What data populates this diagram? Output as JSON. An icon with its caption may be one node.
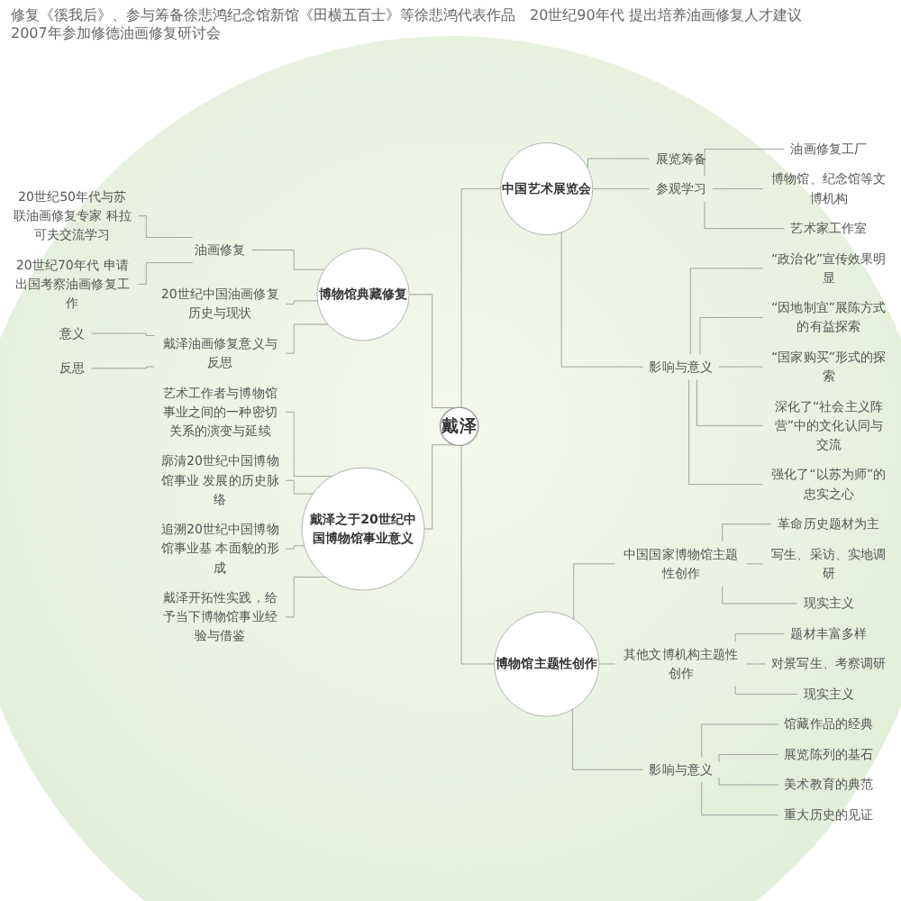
{
  "diagram": {
    "nodes": [
      {
        "text": [
          "戴泽"
        ]
      },
      {
        "text": [
          "博物馆典藏修复"
        ]
      },
      {
        "text": [
          "油画修复"
        ]
      },
      {
        "text": [
          "20世纪50年代与苏联油画修复专家 科拉可夫交流学习"
        ]
      },
      {
        "text": [
          "20世纪70年代 申请出国考察油画修复工作"
        ]
      },
      {
        "text": [
          "20世纪中国油画修复历史与现状"
        ]
      },
      {
        "text": [
          "戴泽油画修复意义与反思"
        ]
      },
      {
        "text": [
          "意义"
        ]
      },
      {
        "text": [
          "反思"
        ]
      },
      {
        "text": [
          "中国艺术展览会"
        ]
      },
      {
        "text": [
          "展览筹备"
        ]
      },
      {
        "text": [
          "参观学习"
        ]
      },
      {
        "text": [
          "油画修复工厂"
        ]
      },
      {
        "text": [
          "博物馆、纪念馆等文博机构"
        ]
      },
      {
        "text": [
          "艺术家工作室"
        ]
      },
      {
        "text": [
          "影响与意义"
        ]
      },
      {
        "text": [
          "“政治化”宣传效果明显"
        ]
      },
      {
        "text": [
          "“因地制宜”展陈方式的有益探索"
        ]
      },
      {
        "text": [
          "“国家购买”形式的探索"
        ]
      },
      {
        "text": [
          "深化了“社会主义阵营”中的文化认同与交流"
        ]
      },
      {
        "text": [
          "强化了“以苏为师”的忠实之心"
        ]
      },
      {
        "text": [
          "戴泽之于20世纪中国博物馆事业意义"
        ]
      },
      {
        "text": [
          "艺术工作者与博物馆事业之间的一种密切关系的演变与延续"
        ]
      },
      {
        "text": [
          "廓清20世纪中国博物馆事业 发展的历史脉络"
        ]
      },
      {
        "text": [
          "追溯20世纪中国博物馆事业基 本面貌的形成"
        ]
      },
      {
        "text": [
          "戴泽开拓性实践，给予当下博物馆事业经验与借鉴"
        ]
      },
      {
        "text": [
          "博物馆主题性创作"
        ]
      },
      {
        "text": [
          "中国国家博物馆主题性创作"
        ]
      },
      {
        "text": [
          "革命历史题材为主"
        ]
      },
      {
        "text": [
          "写生、采访、实地调研"
        ]
      },
      {
        "text": [
          "现实主义"
        ]
      },
      {
        "text": [
          "其他文博机构主题性创作"
        ]
      },
      {
        "text": [
          "题材丰富多样"
        ]
      },
      {
        "text": [
          "对景写生、考察调研"
        ]
      },
      {
        "text": [
          "现实主义"
        ]
      },
      {
        "text": [
          "影响与意义"
        ]
      },
      {
        "text": [
          "馆藏作品的经典"
        ]
      },
      {
        "text": [
          "展览陈列的基石"
        ]
      },
      {
        "text": [
          "美术教育的典范"
        ]
      },
      {
        "text": [
          "重大历史的见证"
        ]
      }
    ],
    "edges": [
      {
        "from": 1,
        "to": 0,
        "arrow": "none"
      },
      {
        "from": 2,
        "to": 1,
        "arrow": "none"
      },
      {
        "from": 5,
        "to": 1,
        "arrow": "none"
      },
      {
        "from": 6,
        "to": 1,
        "arrow": "none"
      },
      {
        "from": 3,
        "to": 2,
        "arrow": "none"
      },
      {
        "from": 4,
        "to": 2,
        "arrow": "none"
      },
      {
        "from": 7,
        "to": 6,
        "arrow": "none"
      },
      {
        "from": 8,
        "to": 6,
        "arrow": "none"
      },
      {
        "from": 0,
        "to": 9,
        "arrow": "none"
      },
      {
        "from": 9,
        "to": 10,
        "arrow": "none"
      },
      {
        "from": 9,
        "to": 11,
        "arrow": "none"
      },
      {
        "from": 9,
        "to": 15,
        "arrow": "none"
      },
      {
        "from": 11,
        "to": 12,
        "arrow": "none"
      },
      {
        "from": 11,
        "to": 13,
        "arrow": "none"
      },
      {
        "from": 11,
        "to": 14,
        "arrow": "none"
      },
      {
        "from": 15,
        "to": 16,
        "arrow": "none"
      },
      {
        "from": 15,
        "to": 17,
        "arrow": "none"
      },
      {
        "from": 15,
        "to": 18,
        "arrow": "none"
      },
      {
        "from": 15,
        "to": 19,
        "arrow": "none"
      },
      {
        "from": 15,
        "to": 20,
        "arrow": "none"
      },
      {
        "from": 21,
        "to": 0,
        "arrow": "none"
      },
      {
        "from": 22,
        "to": 21,
        "arrow": "none"
      },
      {
        "from": 23,
        "to": 21,
        "arrow": "none"
      },
      {
        "from": 24,
        "to": 21,
        "arrow": "none"
      },
      {
        "from": 25,
        "to": 21,
        "arrow": "none"
      },
      {
        "from": 0,
        "to": 26,
        "arrow": "none"
      },
      {
        "from": 26,
        "to": 27,
        "arrow": "none"
      },
      {
        "from": 26,
        "to": 31,
        "arrow": "none"
      },
      {
        "from": 26,
        "to": 35,
        "arrow": "none"
      },
      {
        "from": 27,
        "to": 28,
        "arrow": "none"
      },
      {
        "from": 27,
        "to": 29,
        "arrow": "none"
      },
      {
        "from": 27,
        "to": 30,
        "arrow": "none"
      },
      {
        "from": 31,
        "to": 32,
        "arrow": "none"
      },
      {
        "from": 31,
        "to": 33,
        "arrow": "none"
      },
      {
        "from": 31,
        "to": 34,
        "arrow": "none"
      },
      {
        "from": 35,
        "to": 36,
        "arrow": "none"
      },
      {
        "from": 35,
        "to": 37,
        "arrow": "none"
      },
      {
        "from": 35,
        "to": 38,
        "arrow": "none"
      },
      {
        "from": 35,
        "to": 39,
        "arrow": "none"
      }
    ],
    "labels": [
      "修复《徯我后》、参与筹备徐悲鸿纪念馆新馆《田横五百士》等徐悲鸿代表作品",
      "20世纪90年代 提出培养油画修复人才建议",
      "2007年参加修德油画修复研讨会"
    ]
  }
}
